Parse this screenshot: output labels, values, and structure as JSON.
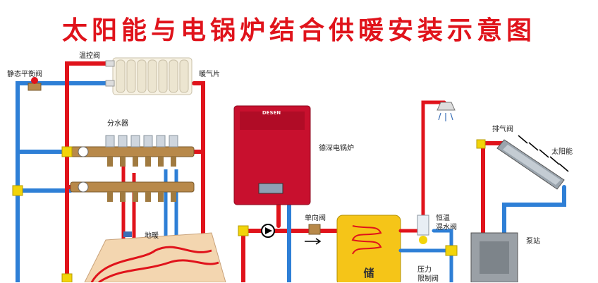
{
  "title": "太阳能与电锅炉结合供暖安装示意图",
  "labels": {
    "thermostatic_valve": "温控阀",
    "static_balance_valve": "静态平衡阀",
    "radiator": "暖气片",
    "manifold": "分水器",
    "floor_heating": "地暖",
    "boiler": "德深电锅炉",
    "check_valve": "单向阀",
    "thermostatic_mixing_valve_line1": "恒温",
    "thermostatic_mixing_valve_line2": "混水阀",
    "pressure_valve_line1": "压力",
    "pressure_valve_line2": "限制阀",
    "exhaust_valve": "排气阀",
    "solar_collector": "太阳能",
    "pump_station": "泵站",
    "tank": "储",
    "boiler_brand": "DESEN"
  },
  "colors": {
    "title": "#e0131b",
    "hot_pipe": "#e0131b",
    "cold_pipe": "#2e7fd6",
    "boiler_body": "#c8102e",
    "tank_body": "#f5c518",
    "fitting": "#f2d40a",
    "brass": "#b8894a"
  }
}
